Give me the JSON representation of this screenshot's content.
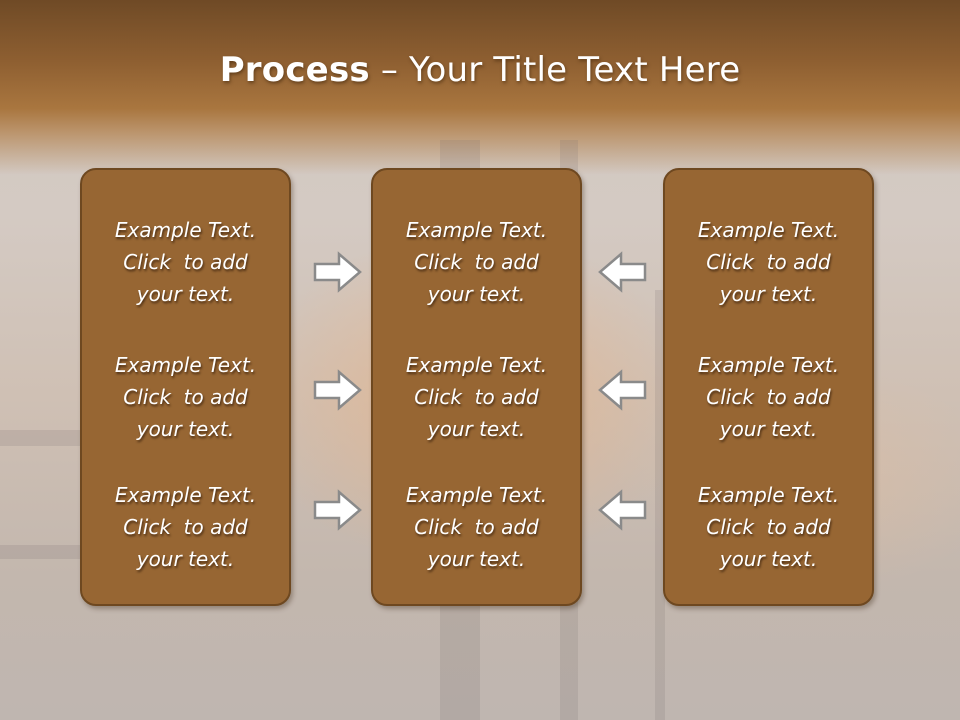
{
  "slide": {
    "title_bold": "Process",
    "title_rest": " – Your Title Text Here"
  },
  "columns": [
    {
      "cells": [
        {
          "line1": "Example Text.",
          "line2": "Click  to add",
          "line3": "your text."
        },
        {
          "line1": "Example Text.",
          "line2": "Click  to add",
          "line3": "your text."
        },
        {
          "line1": "Example Text.",
          "line2": "Click  to add",
          "line3": "your text."
        }
      ]
    },
    {
      "cells": [
        {
          "line1": "Example Text.",
          "line2": "Click  to add",
          "line3": "your text."
        },
        {
          "line1": "Example Text.",
          "line2": "Click  to add",
          "line3": "your text."
        },
        {
          "line1": "Example Text.",
          "line2": "Click  to add",
          "line3": "your text."
        }
      ]
    },
    {
      "cells": [
        {
          "line1": "Example Text.",
          "line2": "Click  to add",
          "line3": "your text."
        },
        {
          "line1": "Example Text.",
          "line2": "Click  to add",
          "line3": "your text."
        },
        {
          "line1": "Example Text.",
          "line2": "Click  to add",
          "line3": "your text."
        }
      ]
    }
  ],
  "arrows": {
    "left_group": [
      "right-arrow-icon",
      "right-arrow-icon",
      "right-arrow-icon"
    ],
    "right_group": [
      "left-arrow-icon",
      "left-arrow-icon",
      "left-arrow-icon"
    ]
  },
  "colors": {
    "panel_fill": "#976633",
    "panel_border": "#6e4820",
    "header": "#8e5f31",
    "arrow_fill": "#ffffff",
    "arrow_stroke": "#8a8a8a"
  }
}
